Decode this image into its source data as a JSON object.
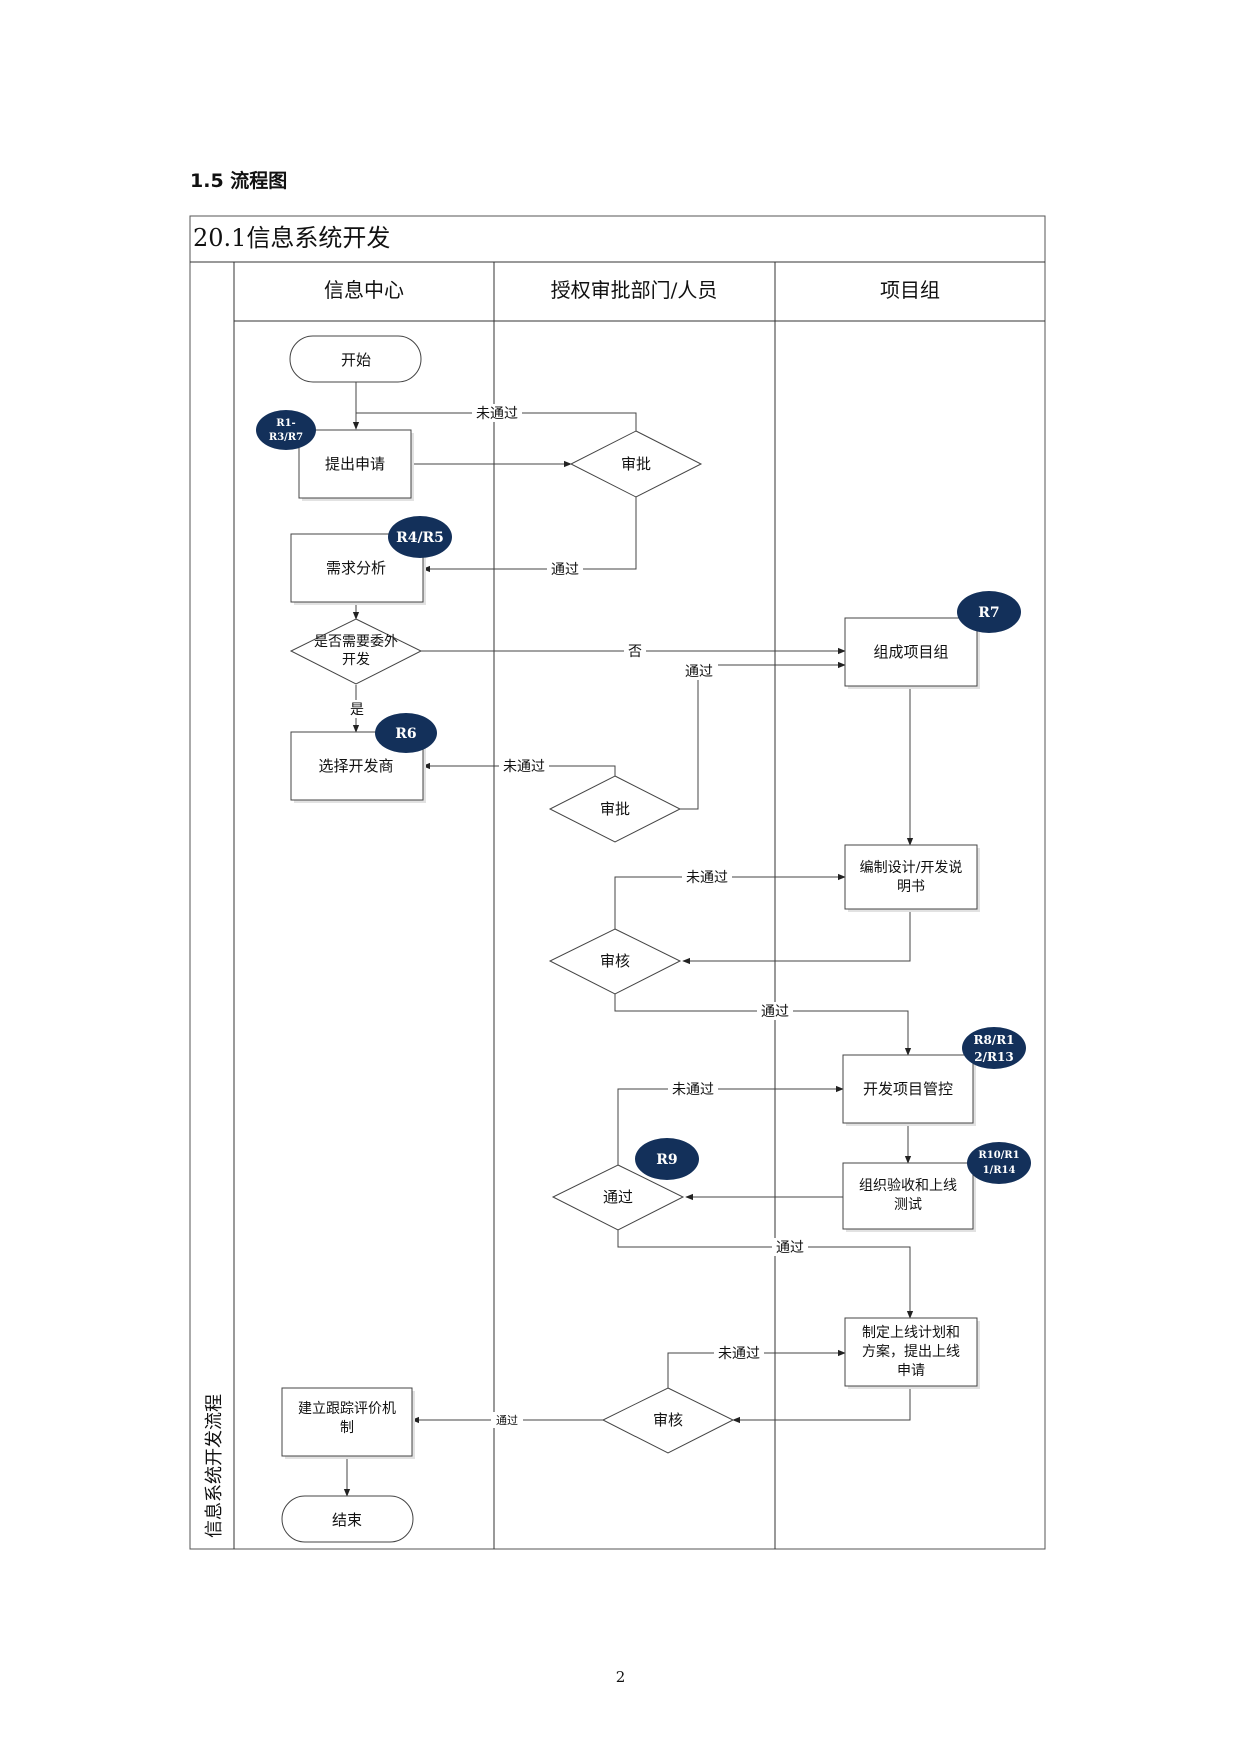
{
  "section_heading": "1.5  流程图",
  "page_number": "2",
  "diagram": {
    "title": "20.1信息系统开发",
    "process_label": "信息系统开发流程",
    "lanes": [
      "信息中心",
      "授权审批部门/人员",
      "项目组"
    ],
    "nodes": {
      "start": "开始",
      "submit": "提出申请",
      "approve1": "审批",
      "req_analysis": "需求分析",
      "outsource_q": [
        "是否需要委外",
        "开发"
      ],
      "select_vendor": "选择开发商",
      "approve2": "审批",
      "form_team": "组成项目组",
      "design_doc": [
        "编制设计/开发说",
        "明书"
      ],
      "review1": "审核",
      "project_ctrl": "开发项目管控",
      "acceptance": [
        "组织验收和上线",
        "测试"
      ],
      "pass_check": "通过",
      "golive_plan": [
        "制定上线计划和",
        "方案，提出上线",
        "申请"
      ],
      "review2": "审核",
      "tracking": [
        "建立跟踪评价机",
        "制"
      ],
      "end": "结束"
    },
    "edge_labels": {
      "not_passed": "未通过",
      "passed": "通过",
      "no": "否",
      "yes": "是"
    },
    "badges": {
      "b1": [
        "R1-",
        "R3/R7"
      ],
      "b2": [
        "R4/R5"
      ],
      "b3": [
        "R6"
      ],
      "b4": [
        "R7"
      ],
      "b5": [
        "R8/R1",
        "2/R13"
      ],
      "b6": [
        "R9"
      ],
      "b7": [
        "R10/R1",
        "1/R14"
      ]
    },
    "colors": {
      "badge_fill": "#13305a",
      "badge_text": "#ffffff",
      "line": "#444444"
    }
  }
}
